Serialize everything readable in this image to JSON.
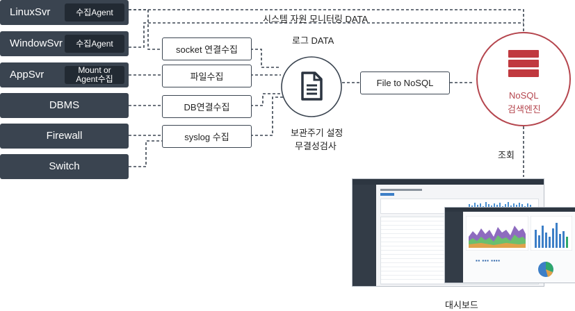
{
  "sources": [
    {
      "name": "LinuxSvr",
      "agent": "수집Agent"
    },
    {
      "name": "WindowSvr",
      "agent": "수집Agent"
    },
    {
      "name": "AppSvr",
      "agent": "Mount or Agent수집"
    },
    {
      "name": "DBMS"
    },
    {
      "name": "Firewall"
    },
    {
      "name": "Switch"
    }
  ],
  "collectors": [
    "socket 연결수집",
    "파일수집",
    "DB연결수집",
    "syslog 수집"
  ],
  "top_labels": {
    "monitoring": "시스템 자원 모니터링 DATA",
    "log": "로그 DATA"
  },
  "hub": {
    "line1": "보관주기 설정",
    "line2": "무결성검사"
  },
  "transfer": "File to NoSQL",
  "engine": {
    "line1": "NoSQL",
    "line2": "검색엔진"
  },
  "query_label": "조회",
  "dashboard_label": "대시보드",
  "colors": {
    "box_dark": "#3a4450",
    "engine_border": "#b5464e",
    "engine_icon": "#c0393f",
    "line": "#3a4450"
  },
  "icons": {
    "hub": "document-icon",
    "engine": "database-stack-icon"
  }
}
